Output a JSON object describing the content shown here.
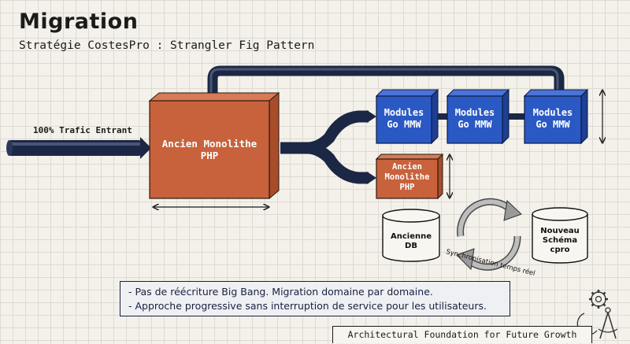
{
  "header": {
    "title": "Migration",
    "subtitle": "Stratégie CostesPro : Strangler Fig Pattern"
  },
  "diagram": {
    "traffic_label": "100% Trafic Entrant",
    "monolith_label_line1": "Ancien Monolithe",
    "monolith_label_line2": "PHP",
    "small_monolith_line1": "Ancien",
    "small_monolith_line2": "Monolithe",
    "small_monolith_line3": "PHP",
    "modules": [
      {
        "line1": "Modules",
        "line2": "Go MMW"
      },
      {
        "line1": "Modules",
        "line2": "Go MMW"
      },
      {
        "line1": "Modules",
        "line2": "Go MMW"
      }
    ],
    "old_db_line1": "Ancienne",
    "old_db_line2": "DB",
    "new_db_line1": "Nouveau",
    "new_db_line2": "Schéma",
    "new_db_line3": "cpro",
    "sync_label": "Synchronisation temps réel"
  },
  "notes": [
    "-  Pas de réécriture Big Bang.  Migration domaine par domaine.",
    "- Approche progressive sans interruption de service pour les utilisateurs."
  ],
  "footer": "Architectural Foundation for Future Growth",
  "colors": {
    "monolith": "#c8623c",
    "module": "#2b59c3",
    "pipe": "#1c2745"
  },
  "icons": [
    "gear-icon",
    "compass-icon"
  ]
}
